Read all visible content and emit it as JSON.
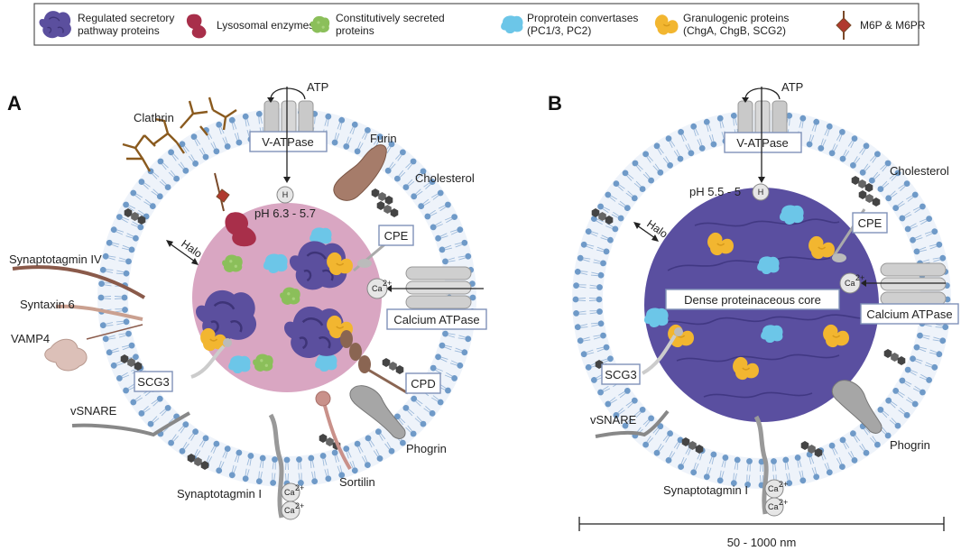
{
  "legend": {
    "items": [
      {
        "line1": "Regulated secretory",
        "line2": "pathway proteins"
      },
      {
        "line1": "Lysosomal enzymes",
        "line2": ""
      },
      {
        "line1": "Constitutively secreted",
        "line2": "proteins"
      },
      {
        "line1": "Proprotein convertases",
        "line2": "(PC1/3, PC2)"
      },
      {
        "line1": "Granulogenic proteins",
        "line2": "(ChgA, ChgB, SCG2)"
      },
      {
        "line1": "M6P & M6PR",
        "line2": ""
      }
    ]
  },
  "colors": {
    "membrane": "#6f9ac8",
    "regulated": "#5b4f9e",
    "lysosomal": "#a82f4a",
    "constitutive": "#8bbf5a",
    "convertase": "#6cc6e8",
    "granulogenic": "#f2b630",
    "halo_a": "#d9a6c2",
    "core_b": "#5a4fa0"
  },
  "panel_a": {
    "letter": "A",
    "atp": "ATP",
    "v_atpase": "V-ATPase",
    "h": "H",
    "ph": "pH 6.3 - 5.7",
    "clathrin": "Clathrin",
    "furin": "Furin",
    "cholesterol": "Cholesterol",
    "cpe": "CPE",
    "halo": "Halo",
    "ca": "Ca",
    "ca_sup": "2+",
    "calcium_atpase": "Calcium ATPase",
    "synaptotagmin_iv": "Synaptotagmin IV",
    "syntaxin6": "Syntaxin 6",
    "vamp4": "VAMP4",
    "scg3": "SCG3",
    "cpd": "CPD",
    "vsnare": "vSNARE",
    "phogrin": "Phogrin",
    "sortilin": "Sortilin",
    "synaptotagmin_i": "Synaptotagmin I"
  },
  "panel_b": {
    "letter": "B",
    "atp": "ATP",
    "v_atpase": "V-ATPase",
    "h": "H",
    "ph": "pH 5.5 - 5",
    "cholesterol": "Cholesterol",
    "cpe": "CPE",
    "halo": "Halo",
    "ca": "Ca",
    "ca_sup": "2+",
    "dense_core": "Dense proteinaceous core",
    "calcium_atpase": "Calcium ATPase",
    "scg3": "SCG3",
    "vsnare": "vSNARE",
    "phogrin": "Phogrin",
    "synaptotagmin_i": "Synaptotagmin I",
    "scale": "50 - 1000 nm"
  }
}
